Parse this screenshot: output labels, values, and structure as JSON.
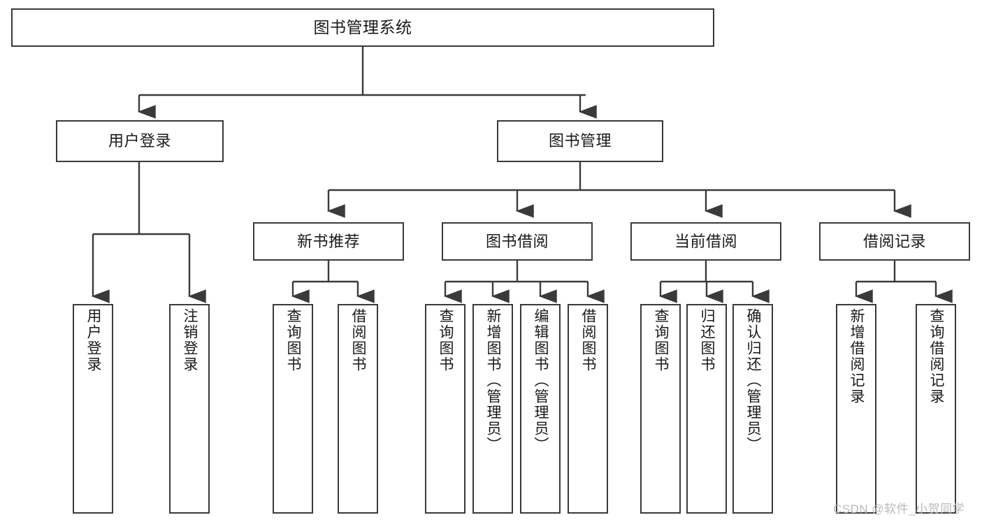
{
  "diagram": {
    "type": "hierarchy-tree",
    "root": {
      "label": "图书管理系统"
    },
    "level2": [
      {
        "label": "用户登录"
      },
      {
        "label": "图书管理"
      }
    ],
    "level3": [
      {
        "label": "新书推荐"
      },
      {
        "label": "图书借阅"
      },
      {
        "label": "当前借阅"
      },
      {
        "label": "借阅记录"
      }
    ],
    "leaves": {
      "user_login": [
        {
          "label": "用户登录"
        },
        {
          "label": "注销登录"
        }
      ],
      "new_book": [
        {
          "label": "查询图书"
        },
        {
          "label": "借阅图书"
        }
      ],
      "book_borrow": [
        {
          "label": "查询图书"
        },
        {
          "label": "新增图书（管理员）"
        },
        {
          "label": "编辑图书（管理员）"
        },
        {
          "label": "借阅图书"
        }
      ],
      "current_borrow": [
        {
          "label": "查询图书"
        },
        {
          "label": "归还图书"
        },
        {
          "label": "确认归还（管理员）"
        }
      ],
      "borrow_record": [
        {
          "label": "新增借阅记录"
        },
        {
          "label": "查询借阅记录"
        }
      ]
    }
  },
  "watermark": {
    "text": "CSDN @软件_小贺同学"
  },
  "colors": {
    "stroke": "#3a3a3a",
    "fill": "#ffffff",
    "text": "#1a1a1a",
    "watermark": "#b9b9b9"
  }
}
